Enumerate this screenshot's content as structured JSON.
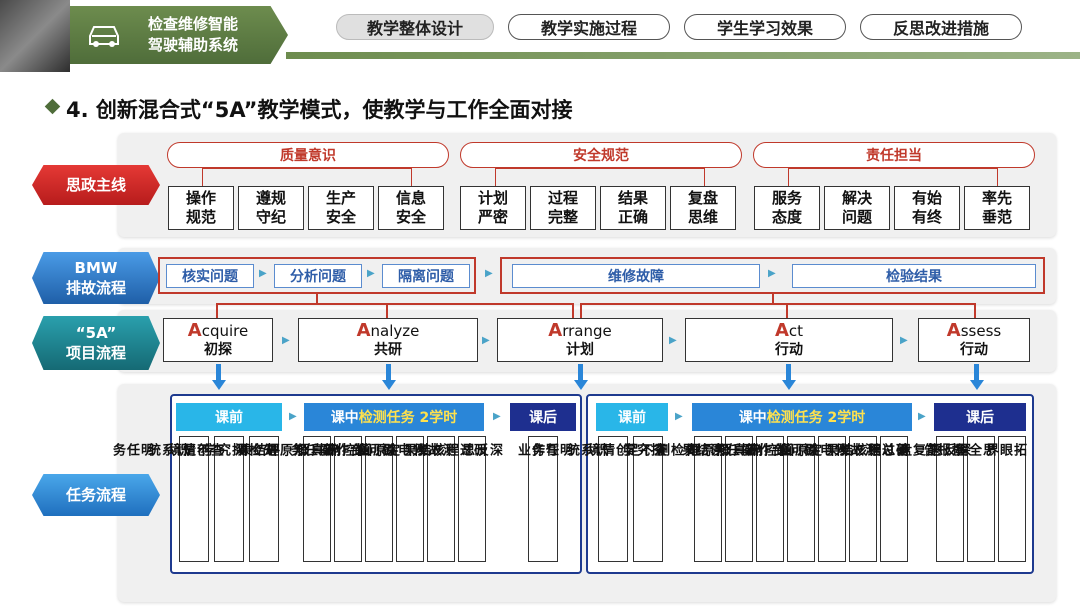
{
  "header": {
    "logo_text": "检查维修智能\n驾驶辅助系统",
    "tabs": [
      {
        "label": "教学整体设计",
        "active": true
      },
      {
        "label": "教学实施过程",
        "active": false
      },
      {
        "label": "学生学习效果",
        "active": false
      },
      {
        "label": "反思改进措施",
        "active": false
      }
    ]
  },
  "title": "4. 创新混合式“5A”教学模式，使教学与工作全面对接",
  "rows": {
    "sizheng": {
      "label": "思政主线",
      "color": "#d32f2f"
    },
    "bmw": {
      "label": "BMW\n排故流程",
      "color": "#2f7fd0"
    },
    "fivea": {
      "label": "“5A”\n项目流程",
      "color": "#1f8a96"
    },
    "task": {
      "label": "任务流程",
      "color": "#3a8fd8"
    }
  },
  "sizheng_groups": [
    {
      "title": "质量意识",
      "items": [
        "操作\n规范",
        "遵规\n守纪",
        "生产\n安全",
        "信息\n安全"
      ]
    },
    {
      "title": "安全规范",
      "items": [
        "计划\n严密",
        "过程\n完整",
        "结果\n正确",
        "复盘\n思维"
      ]
    },
    {
      "title": "责任担当",
      "items": [
        "服务\n态度",
        "解决\n问题",
        "有始\n有终",
        "率先\n垂范"
      ]
    }
  ],
  "bmw_steps": [
    "核实问题",
    "分析问题",
    "隔离问题",
    "维修故障",
    "检验结果"
  ],
  "fivea": [
    {
      "first": "A",
      "rest": "cquire",
      "cn": "初探"
    },
    {
      "first": "A",
      "rest": "nalyze",
      "cn": "共研"
    },
    {
      "first": "A",
      "rest": "rrange",
      "cn": "计划"
    },
    {
      "first": "A",
      "rest": "ct",
      "cn": "行动"
    },
    {
      "first": "A",
      "rest": "ssess",
      "cn": "行动"
    }
  ],
  "tasks": {
    "left": {
      "pre": "课前",
      "mid_prefix": "课中 ",
      "mid_highlight": "检测任务 2学时",
      "post": "课后",
      "pre_items": [
        "创\n情\n境\n\n明\n任\n务",
        "探\n究\n学\n\n识\n系\n统",
        "评\n结\n果\n\n查\n不\n足"
      ],
      "mid_items": [
        "接\n任\n务\n\n先\n检\n测",
        "合\n作\n研\n\n知\n原\n理",
        "初\n问\n诊\n\n辨\n真\n假",
        "分\n电\n路\n\n懂\n控\n制",
        "测\n故\n障\n\n定\n原\n因",
        "研\n过\n程\n核\n结\n果"
      ],
      "post_items": [
        "写\n作\n业\n\n深\n反\n思"
      ]
    },
    "right": {
      "pre": "课前",
      "mid_prefix": "课中 ",
      "mid_highlight": "检测任务 2学时",
      "post": "课后",
      "pre_items": [
        "创\n情\n境\n\n明\n任\n务",
        "探\n究\n学\n\n识\n系\n统"
      ],
      "mid_items": [
        "评\n结\n果\n\n查\n不\n足",
        "接\n任\n务\n\n先\n检\n测",
        "合\n作\n研\n\n知\n原\n理",
        "初\n问\n诊\n\n辨\n真\n假",
        "分\n电\n路\n\n懂\n控\n制",
        "测\n故\n障\n\n定\n原\n因",
        "研\n过\n程\n核\n结\n果"
      ],
      "post_items": [
        "撰\n报\n告\n\n善\n总\n结",
        "思\n全\n程\n\n能\n复\n盘",
        "拓\n眼\n界\n\n深\n反\n思"
      ]
    }
  },
  "colors": {
    "red": "#c0392b",
    "blue": "#2a86d8",
    "navy": "#1e2f8f",
    "cyan": "#29b6e8",
    "yellow": "#ffe14d"
  }
}
